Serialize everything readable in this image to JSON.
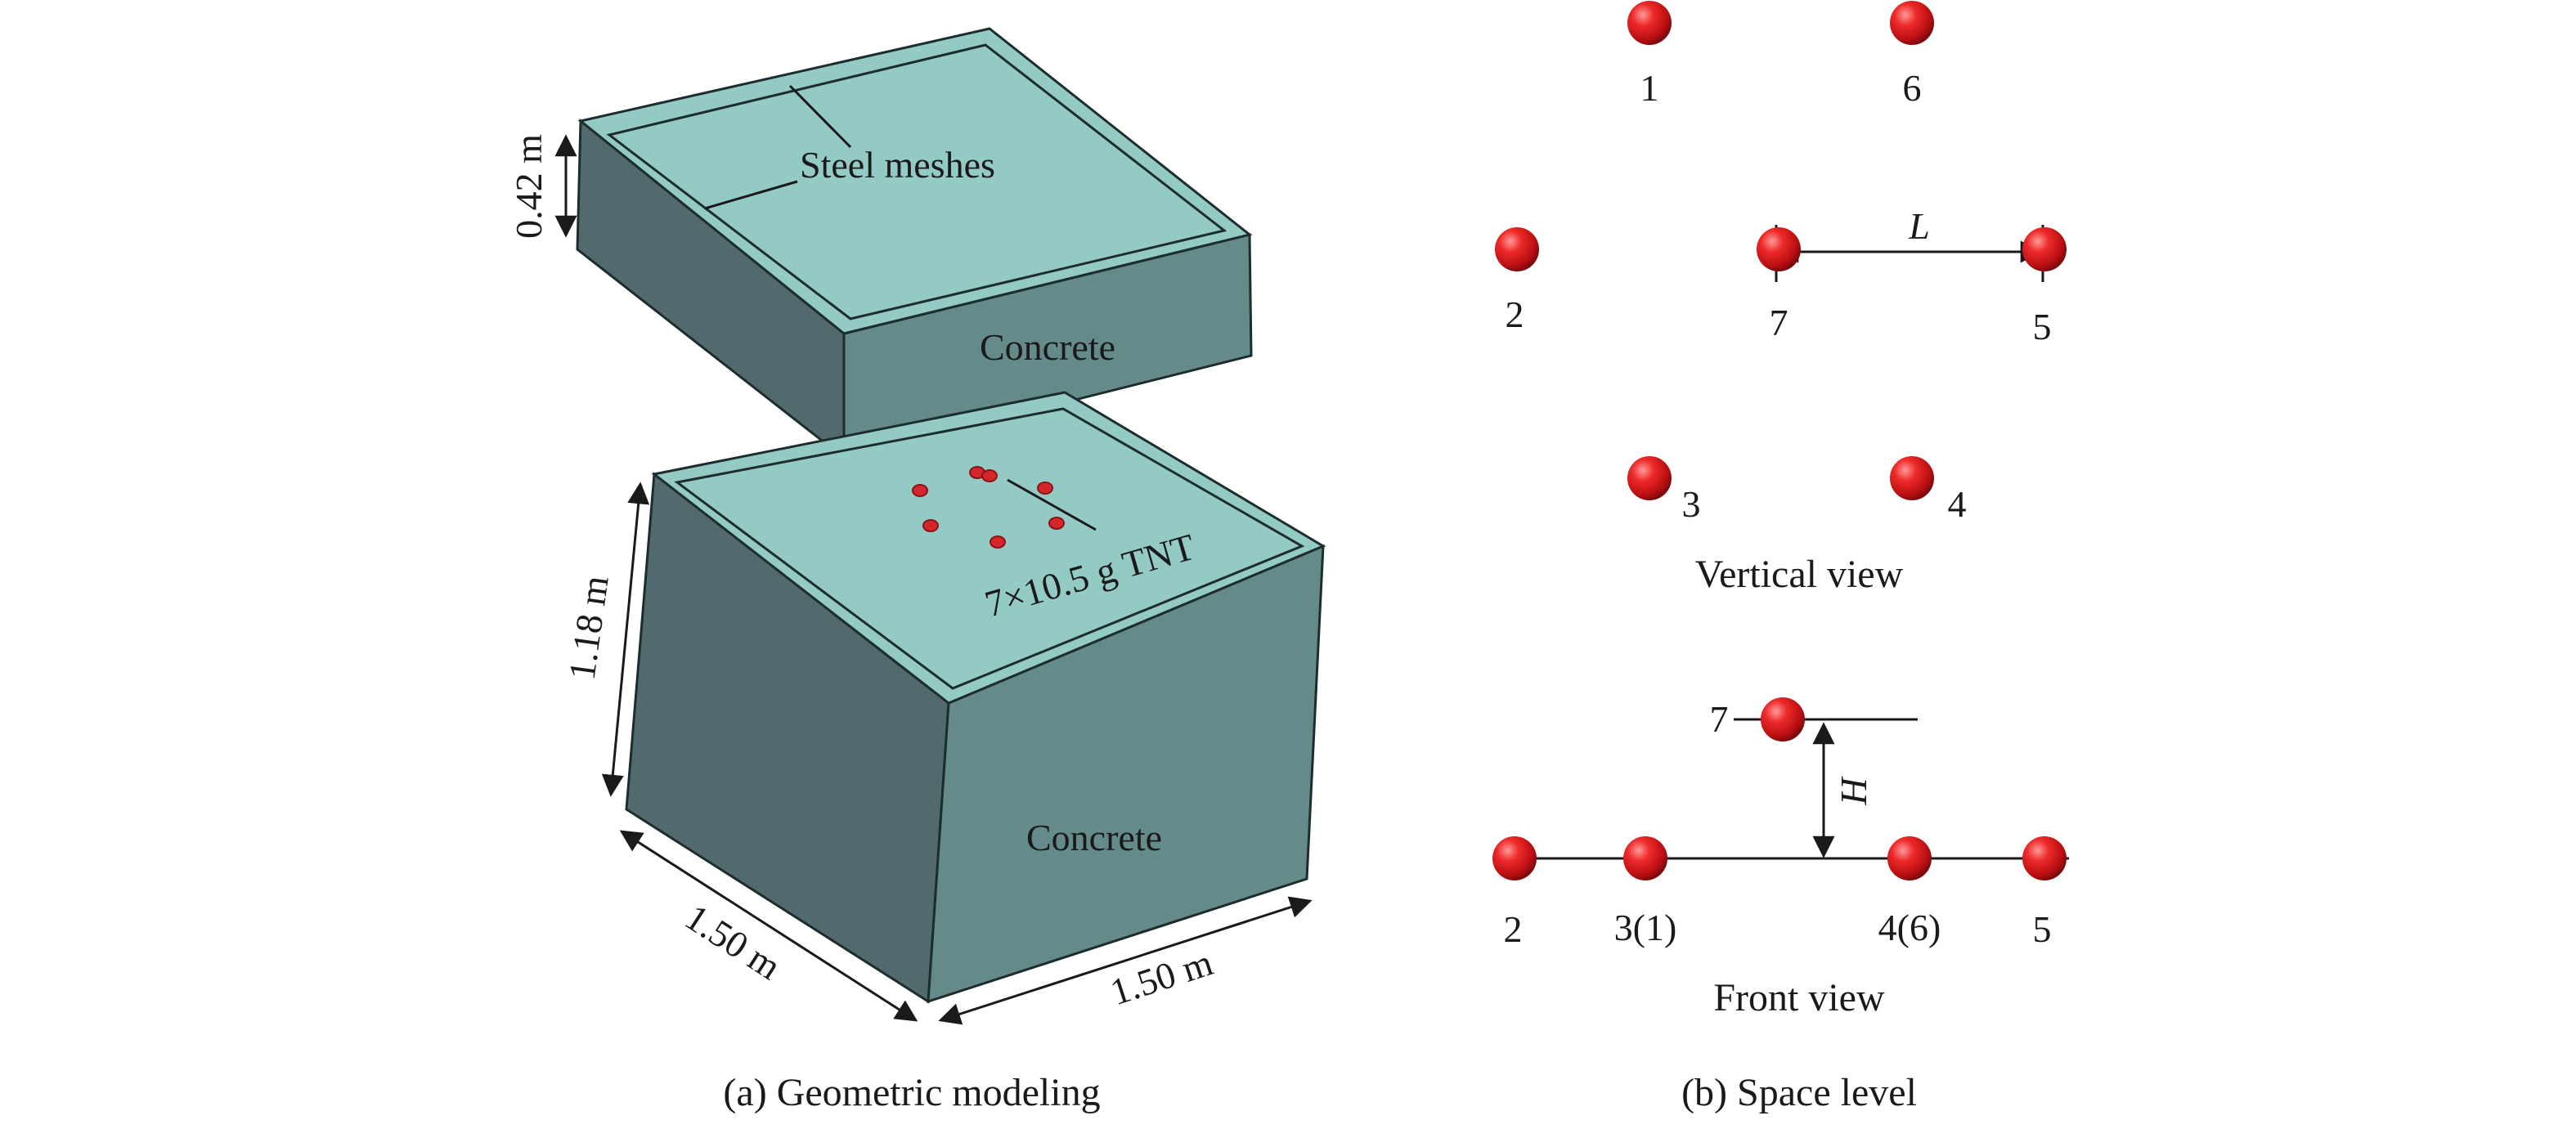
{
  "panel_a": {
    "caption": "(a) Geometric modeling",
    "labels": {
      "thickness": "0.42 m",
      "steel": "Steel meshes",
      "concrete_top": "Concrete",
      "charge": "7×10.5 g TNT",
      "height": "1.18 m",
      "concrete_bottom": "Concrete",
      "width_left": "1.50 m",
      "width_right": "1.50 m"
    },
    "colors": {
      "top_face": "#94cac4",
      "side_front": "#648a8a",
      "side_left": "#52696d",
      "charge": "#d4262b"
    }
  },
  "panel_b": {
    "caption": "(b) Space level",
    "vertical_view": {
      "title": "Vertical view",
      "distance_label": "L",
      "charges": [
        {
          "label": "1"
        },
        {
          "label": "6"
        },
        {
          "label": "2"
        },
        {
          "label": "7"
        },
        {
          "label": "5"
        },
        {
          "label": "3"
        },
        {
          "label": "4"
        }
      ]
    },
    "front_view": {
      "title": "Front view",
      "height_label": "H",
      "charges": [
        {
          "label": "7"
        },
        {
          "label": "2"
        },
        {
          "label": "3(1)"
        },
        {
          "label": "4(6)"
        },
        {
          "label": "5"
        }
      ]
    }
  }
}
